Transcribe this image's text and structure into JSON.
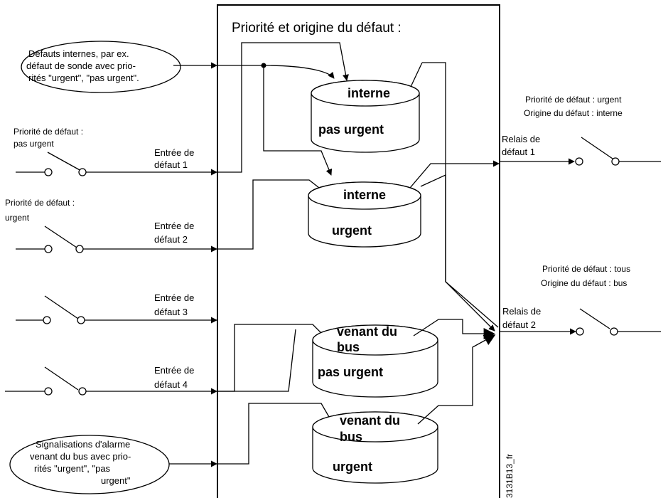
{
  "title": "Priorité et origine du défaut :",
  "internal_source": [
    "Défauts internes, par ex.",
    "défaut de sonde avec prio-",
    "rités \"urgent\", \"pas urgent\"."
  ],
  "bus_source": [
    "Signalisations d'alarme",
    "venant du bus avec prio-",
    "rités \"urgent\", \"pas",
    "urgent\""
  ],
  "inputs": [
    {
      "priority": [
        "Priorité de défaut :",
        "pas urgent"
      ],
      "label": [
        "Entrée de",
        "défaut 1"
      ]
    },
    {
      "priority": [
        "Priorité de défaut :",
        "urgent"
      ],
      "label": [
        "Entrée de",
        "défaut  2"
      ]
    },
    {
      "priority": [],
      "label": [
        "Entrée de",
        "défaut 3"
      ]
    },
    {
      "priority": [],
      "label": [
        "Entrée de",
        "défaut 4"
      ]
    }
  ],
  "stores": [
    {
      "top": [
        "interne"
      ],
      "bottom": "pas urgent"
    },
    {
      "top": [
        "interne"
      ],
      "bottom": "urgent"
    },
    {
      "top": [
        "venant du",
        "bus"
      ],
      "bottom": "pas urgent"
    },
    {
      "top": [
        "venant du",
        "bus"
      ],
      "bottom": "urgent"
    }
  ],
  "relays": [
    {
      "label": [
        "Relais de",
        "défaut 1"
      ],
      "info": [
        "Priorité de défaut : urgent",
        "Origine du défaut : interne"
      ]
    },
    {
      "label": [
        "Relais de",
        "défaut 2"
      ],
      "info": [
        "Priorité de défaut : tous",
        "Origine du défaut : bus"
      ]
    }
  ],
  "figure_id": "3131B13_fr"
}
